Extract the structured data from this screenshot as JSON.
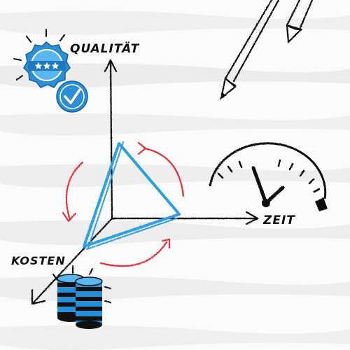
{
  "labels": {
    "quality": "QUALITÄT",
    "time": "ZEIT",
    "cost": "KOSTEN"
  },
  "icons": {
    "quality": "quality-seal-icon",
    "check": "checkmark-badge-icon",
    "time": "stopwatch-icon",
    "cost": "coin-stacks-icon",
    "pens": "pens-icon"
  },
  "colors": {
    "ink": "#111111",
    "triangle": "#2f9fe0",
    "cycle_arrows": "#e03040",
    "seal": "#2b8fd6",
    "coins": "#2790d8"
  }
}
